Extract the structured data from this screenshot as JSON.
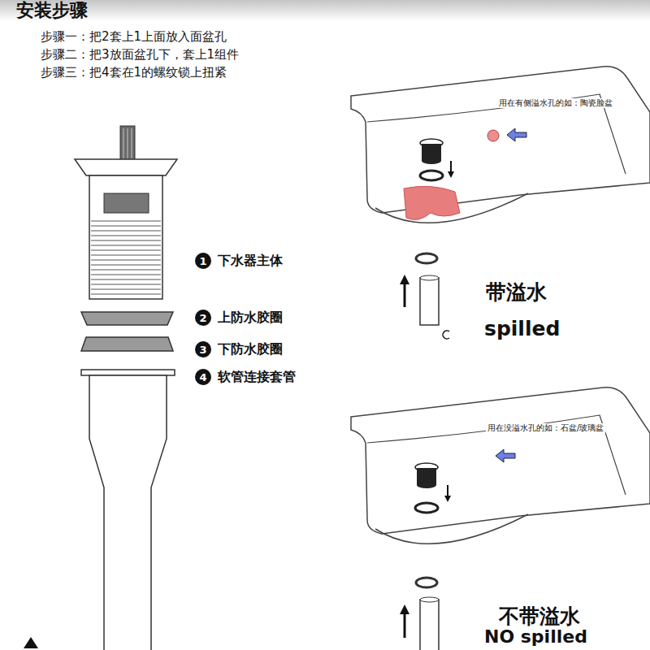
{
  "diagram": {
    "title": "安装步骤",
    "nodes": [
      {
        "text": [
          "1"
        ]
      },
      {
        "text": [
          "2"
        ]
      },
      {
        "text": [
          "3"
        ]
      },
      {
        "text": [
          "4"
        ]
      }
    ],
    "labels": [
      "步骤一：把2套上1上面放入面盆孔",
      "步骤二：把3放面盆孔下，套上1组件",
      "步骤三：把4套在1的螺纹锁上扭紧",
      "下水器主体",
      "上防水胶圈",
      "下防水胶圈",
      "软管连接套管",
      "用在有侧溢水孔的如：陶瓷脸盆",
      "带溢水",
      "spilled",
      "用在没溢水孔的如：石盆/玻璃盆",
      "不带溢水",
      "NO spilled"
    ]
  }
}
